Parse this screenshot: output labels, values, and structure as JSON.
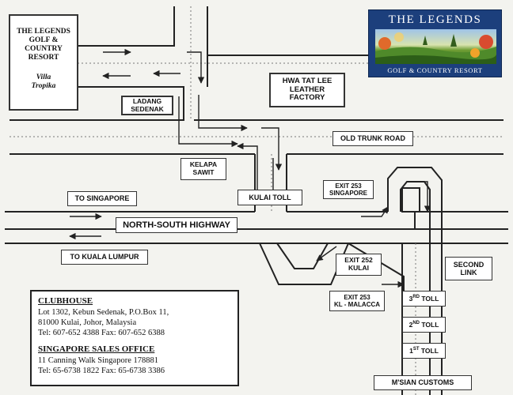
{
  "resort_box": {
    "title_lines": [
      "THE LEGENDS",
      "GOLF &",
      "COUNTRY",
      "RESORT"
    ],
    "villa_lines": [
      "Villa",
      "Tropika"
    ]
  },
  "logo": {
    "title": "THE LEGENDS",
    "subtitle": "GOLF & COUNTRY RESORT"
  },
  "labels": {
    "ladang": [
      "LADANG",
      "SEDENAK"
    ],
    "hwa": [
      "HWA TAT LEE",
      "LEATHER",
      "FACTORY"
    ],
    "old_trunk_road": "OLD TRUNK ROAD",
    "kelapa": [
      "KELAPA",
      "SAWIT"
    ],
    "kulai_toll": "KULAI TOLL",
    "exit253_singapore": [
      "EXIT 253",
      "SINGAPORE"
    ],
    "to_singapore": "TO SINGAPORE",
    "highway": "NORTH-SOUTH HIGHWAY",
    "to_kl": "TO KUALA LUMPUR",
    "exit252": [
      "EXIT 252",
      "KULAI"
    ],
    "second_link": [
      "SECOND",
      "LINK"
    ],
    "exit253_kl": [
      "EXIT 253",
      "KL - MALACCA"
    ],
    "toll3": {
      "num": "3",
      "sup": "RD",
      "word": " TOLL"
    },
    "toll2": {
      "num": "2",
      "sup": "ND",
      "word": " TOLL"
    },
    "toll1": {
      "num": "1",
      "sup": "ST",
      "word": " TOLL"
    },
    "customs": "M'SIAN CUSTOMS"
  },
  "info": {
    "clubhouse_heading": "CLUBHOUSE",
    "clubhouse_lines": [
      "Lot 1302, Kebun Sedenak, P.O.Box 11,",
      "81000 Kulai, Johor, Malaysia",
      "Tel: 607-652 4388  Fax: 607-652 6388"
    ],
    "sales_heading": "SINGAPORE SALES OFFICE",
    "sales_lines": [
      "11 Canning Walk Singapore 178881",
      "Tel: 65-6738 1822  Fax: 65-6738 3386"
    ]
  },
  "colors": {
    "background": "#f3f3ef",
    "road": "#222222",
    "logo_blue": "#1c3f7c"
  }
}
